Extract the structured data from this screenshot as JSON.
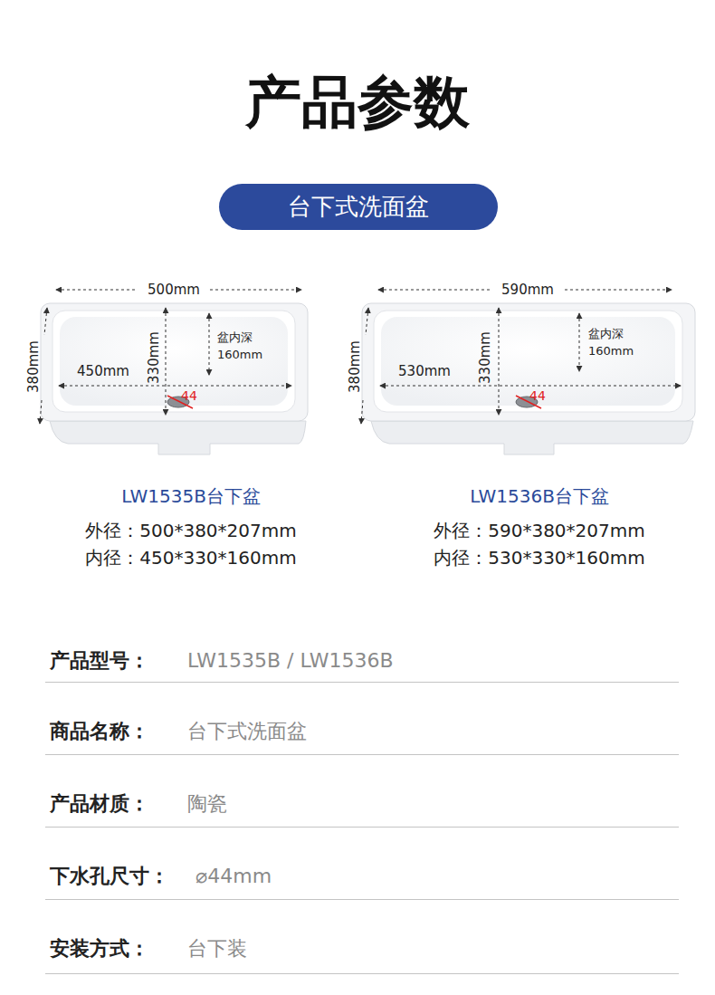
{
  "diagram": {
    "title": "产品参数",
    "nodes": [
      {
        "text": [
          "台下式洗面盆"
        ]
      }
    ],
    "labels": [
      "500mm",
      "380mm",
      "450mm",
      "330mm",
      "盆内深 160mm",
      "44",
      "590mm",
      "380mm",
      "530mm",
      "330mm",
      "盆内深 160mm",
      "44",
      "LW1535B台下盆",
      "外径：500*380*207mm",
      "内径：450*330*160mm",
      "LW1536B台下盆",
      "外径：590*380*207mm",
      "内径：530*330*160mm",
      "产品型号：",
      "LW1535B / LW1536B",
      "商品名称：",
      "台下式洗面盆",
      "产品材质：",
      "陶瓷",
      "下水孔尺寸：",
      "⌀44mm",
      "安装方式：",
      "台下装"
    ]
  }
}
